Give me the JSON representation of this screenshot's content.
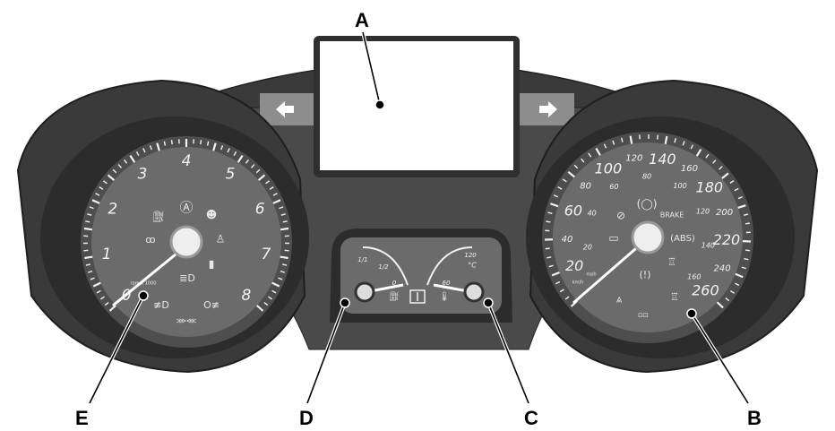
{
  "callouts": {
    "A": "A",
    "B": "B",
    "C": "C",
    "D": "D",
    "E": "E"
  },
  "tachometer": {
    "labels": [
      "0",
      "1",
      "2",
      "3",
      "4",
      "5",
      "6",
      "7",
      "8"
    ],
    "unit": "rpm x 1000",
    "warning_icons": [
      "oil-pressure",
      "auto-start-stop",
      "airbag",
      "glow-plug",
      "seatbelt",
      "engine",
      "low-fuel",
      "headlamp",
      "front-fog",
      "rear-fog",
      "side-lamps"
    ]
  },
  "speedometer": {
    "kmh_labels": [
      "20",
      "40",
      "60",
      "80",
      "100",
      "120",
      "140",
      "160",
      "180",
      "200",
      "220",
      "240",
      "260"
    ],
    "mph_labels": [
      "20",
      "40",
      "60",
      "80",
      "100",
      "120",
      "140",
      "160"
    ],
    "unit_kmh": "km/h",
    "unit_mph": "mph",
    "brake_label": "BRAKE",
    "warning_icons": [
      "brake-system",
      "power-steering",
      "battery",
      "abs",
      "stability-control",
      "tire-pressure",
      "lane-keeping",
      "hill-descent",
      "traction-off"
    ]
  },
  "fuel_gauge": {
    "full": "1/1",
    "half": "1/2",
    "empty": "0"
  },
  "temp_gauge": {
    "max": "120",
    "unit": "°C",
    "min": "60"
  },
  "colors": {
    "bezel": "#3a3a3a",
    "face": "#6b6b6b",
    "screen": "#ffffff"
  }
}
